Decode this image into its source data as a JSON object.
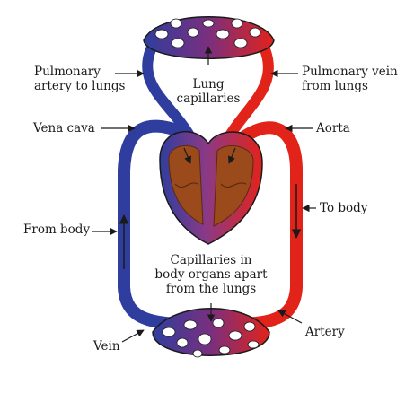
{
  "labels": {
    "pulmonary_artery": "Pulmonary\nartery to lungs",
    "lung_capillaries": "Lung\ncapillaries",
    "pulmonary_vein": "Pulmonary vein\nfrom lungs",
    "vena_cava": "Vena cava",
    "aorta": "Aorta",
    "to_body": "To body",
    "from_body": "From body",
    "body_capillaries": "Capillaries in\nbody organs apart\nfrom the lungs",
    "artery": "Artery",
    "vein": "Vein"
  },
  "colors": {
    "deoxygenated": "#2f3e9e",
    "oxygenated": "#e2231a",
    "mixed": "#7a2f7e",
    "heart_muscle": "#9b4a1c",
    "outline": "#1a1a1a"
  }
}
